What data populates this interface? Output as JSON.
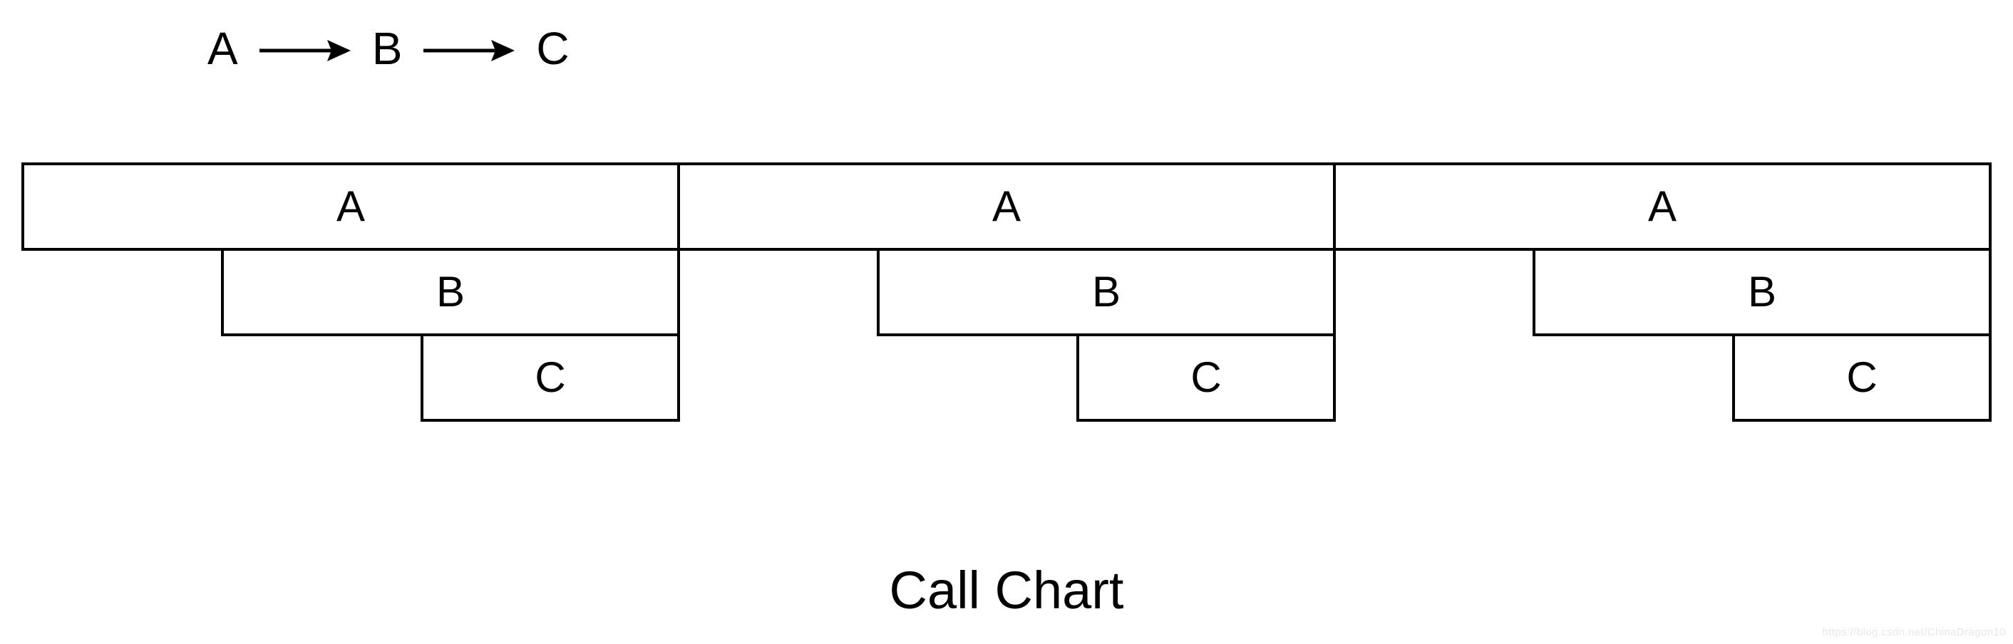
{
  "header": {
    "nodes": [
      "A",
      "B",
      "C"
    ],
    "arrow_icon": "long-right-arrow"
  },
  "title": "Call Chart",
  "watermark": "https://blog.csdn.net/ChinaDragon10",
  "colors": {
    "foreground": "#000000",
    "background": "#ffffff",
    "watermark_text": "#e8e8e8"
  },
  "chart": {
    "type": "call-chart-icicle",
    "description": "Three sequential invocations of the call chain A calls B calls C, drawn as nested right-aligned boxes",
    "groups": [
      {
        "frames": [
          "A",
          "B",
          "C"
        ]
      },
      {
        "frames": [
          "A",
          "B",
          "C"
        ]
      },
      {
        "frames": [
          "A",
          "B",
          "C"
        ]
      }
    ]
  }
}
